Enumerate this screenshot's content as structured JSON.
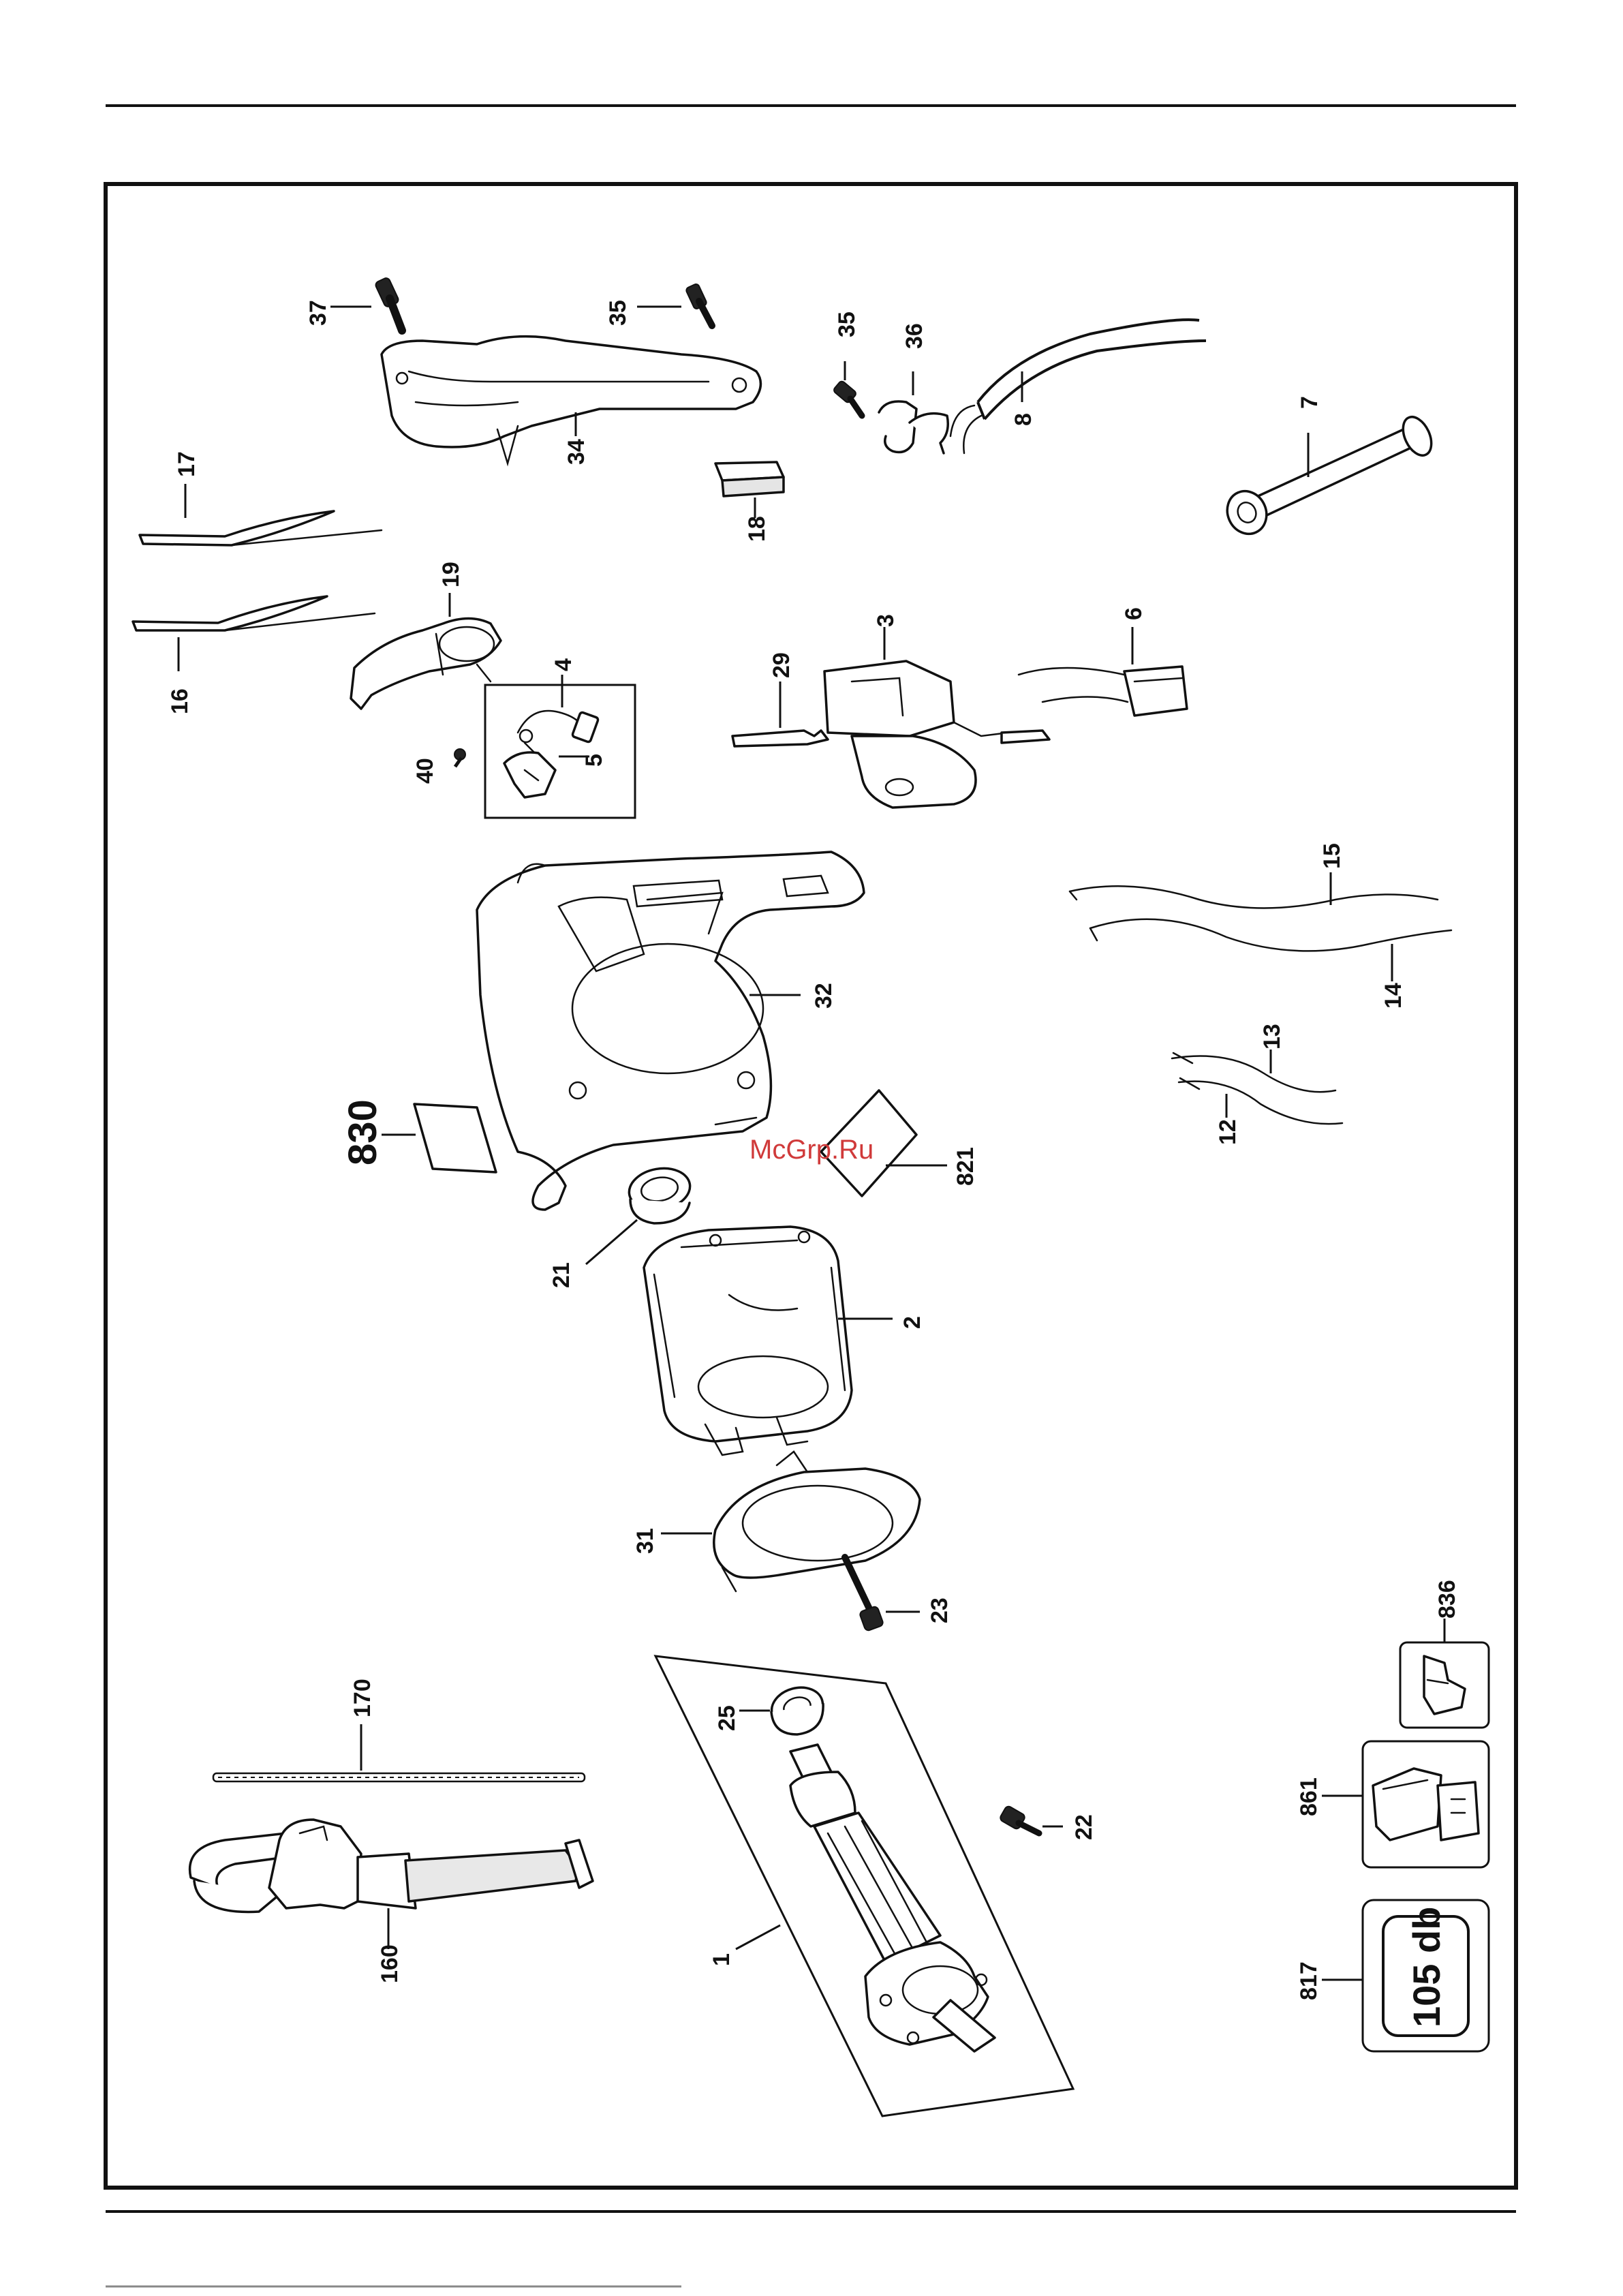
{
  "labels": {
    "l1": "1",
    "l2": "2",
    "l3": "3",
    "l4": "4",
    "l5": "5",
    "l6": "6",
    "l7": "7",
    "l8": "8",
    "l12": "12",
    "l13": "13",
    "l14": "14",
    "l15": "15",
    "l16": "16",
    "l17": "17",
    "l18": "18",
    "l19": "19",
    "l21": "21",
    "l22": "22",
    "l23": "23",
    "l25": "25",
    "l29": "29",
    "l31": "31",
    "l32": "32",
    "l34": "34",
    "l35a": "35",
    "l35b": "35",
    "l36": "36",
    "l37": "37",
    "l40": "40",
    "l160": "160",
    "l170": "170",
    "l817": "817",
    "l821": "821",
    "l830": "830",
    "l836": "836",
    "l861": "861"
  },
  "noise_label": {
    "text": "105 db"
  },
  "watermark": {
    "text": "McGrp.Ru",
    "color": "#d03a3a"
  }
}
